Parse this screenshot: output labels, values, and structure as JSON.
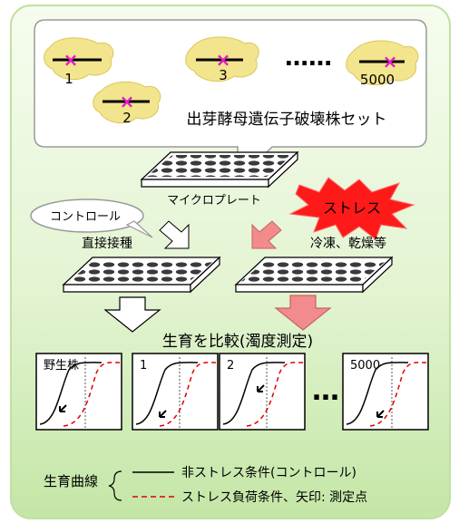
{
  "strains": {
    "s1": "1",
    "s2": "2",
    "s3": "3",
    "s5000": "5000",
    "dots": "……"
  },
  "set_label": "出芽酵母遺伝子破壊株セット",
  "microplate_label": "マイクロプレート",
  "control_bubble": "コントロール",
  "stress_burst": "ストレス",
  "direct_inoculation": "直接接種",
  "stress_examples": "冷凍、乾燥等",
  "compare_title": "生育を比較(濁度測定)",
  "panels": [
    {
      "label": "野生株"
    },
    {
      "label": "1"
    },
    {
      "label": "2"
    },
    {
      "label": "5000"
    }
  ],
  "panels_ellipsis": "…",
  "legend": {
    "title": "生育曲線",
    "solid": "非ストレス条件(コントロール)",
    "dashed": "ストレス負荷条件、矢印: 測定点"
  },
  "colors": {
    "bg_top": "#f4fbe9",
    "bg_bottom": "#cde9b3",
    "yeast": "#f3e48e",
    "marker": "#e21cc7",
    "arrow": "#f28c8c",
    "burst": "#ff1a1a",
    "dashed": "#e00000"
  }
}
